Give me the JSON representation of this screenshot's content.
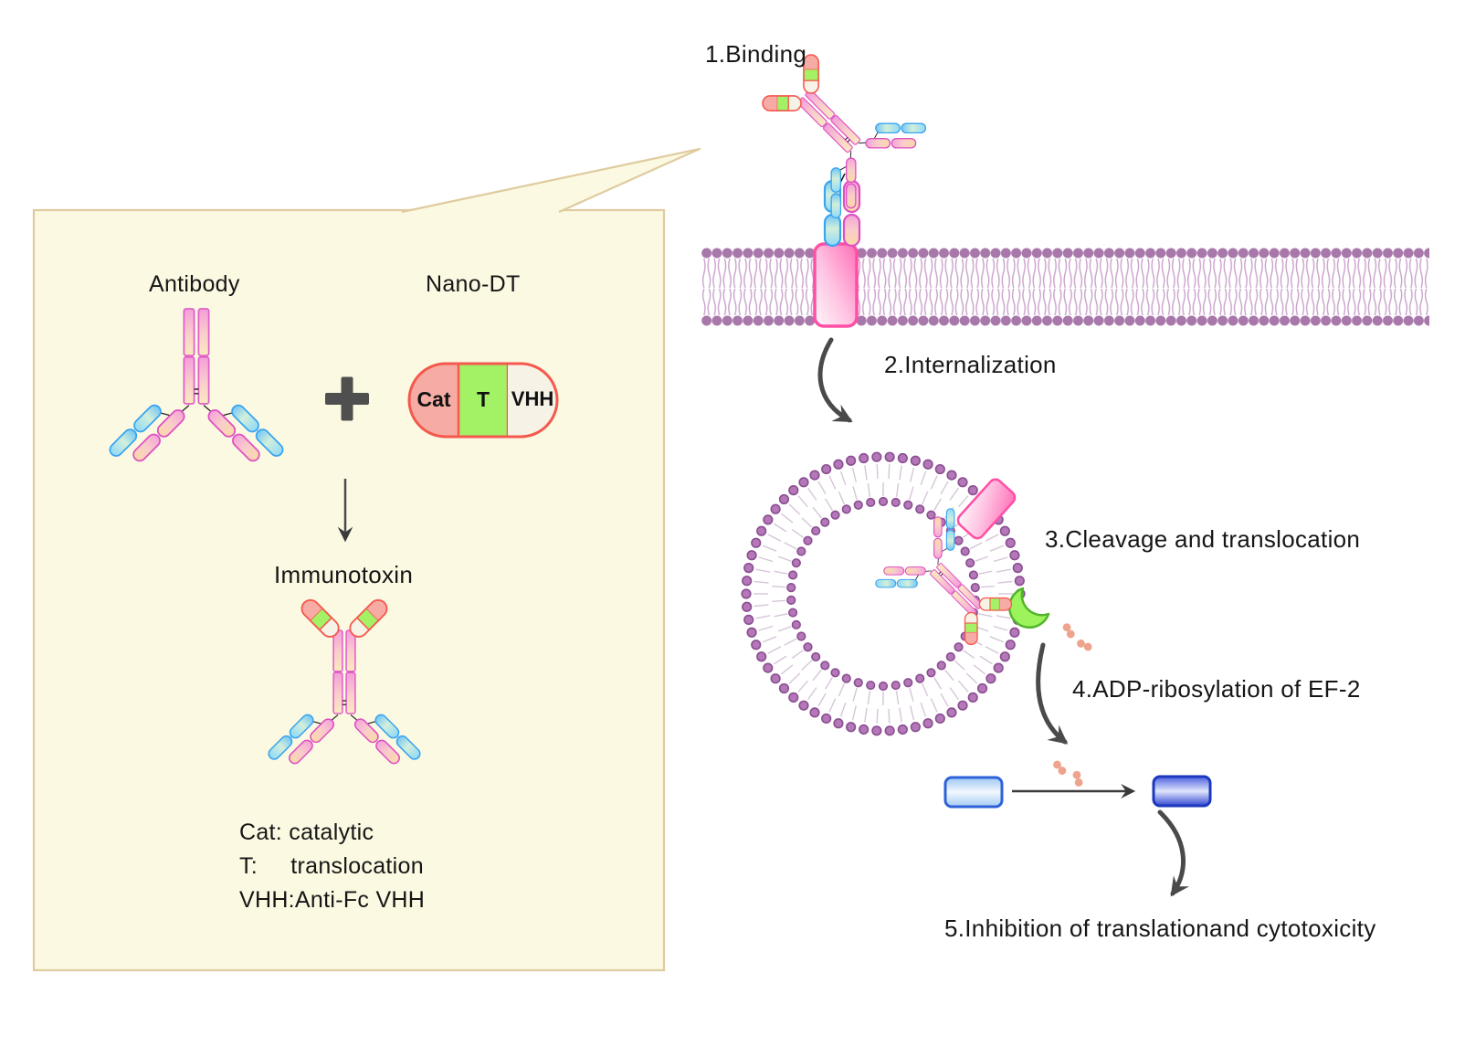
{
  "panel": {
    "antibody_label": "Antibody",
    "nanodt_label": "Nano-DT",
    "immunotoxin_label": "Immunotoxin",
    "capsule_segments": {
      "cat": "Cat",
      "t": "T",
      "vhh": "VHH"
    },
    "legend_line1": "Cat: catalytic",
    "legend_line2": "T:     translocation",
    "legend_line3": "VHH:Anti-Fc VHH"
  },
  "pathway": {
    "step1_label": "1.Binding",
    "step2_label": "2.Internalization",
    "step3_label": "3.Cleavage and translocation",
    "step4_label": "4.ADP-ribosylation of EF-2",
    "step5_label": "5.Inhibition of translationand cytotoxicity"
  },
  "icons": {
    "plus": "plus-icon",
    "down_arrow": "arrow-down-icon",
    "curved_arrows": "curved-arrow-icon",
    "protease": "protease-crescent-icon",
    "toxin_fragment": "toxin-fragment-icon"
  },
  "colors": {
    "panel_bg": "#FBF9E2",
    "panel_border": "#DFCB9E",
    "membrane_purple": "#A978AB",
    "capsule_border": "#F5584E",
    "capsule_cat": "#F6ACA4",
    "capsule_t": "#A3F164",
    "capsule_vhh": "#F7F2E6",
    "chain_pink_border": "#E160C8",
    "arm_blue_border": "#39A4F0",
    "receptor_pink": "#FF4FA5",
    "crescent_green": "#9CF35B",
    "fragment_salmon": "#EFA38C",
    "ef2_light_border": "#2E62D9",
    "ef2_dark_border": "#1B38BE",
    "arrow_gray": "#4A4A4A"
  }
}
